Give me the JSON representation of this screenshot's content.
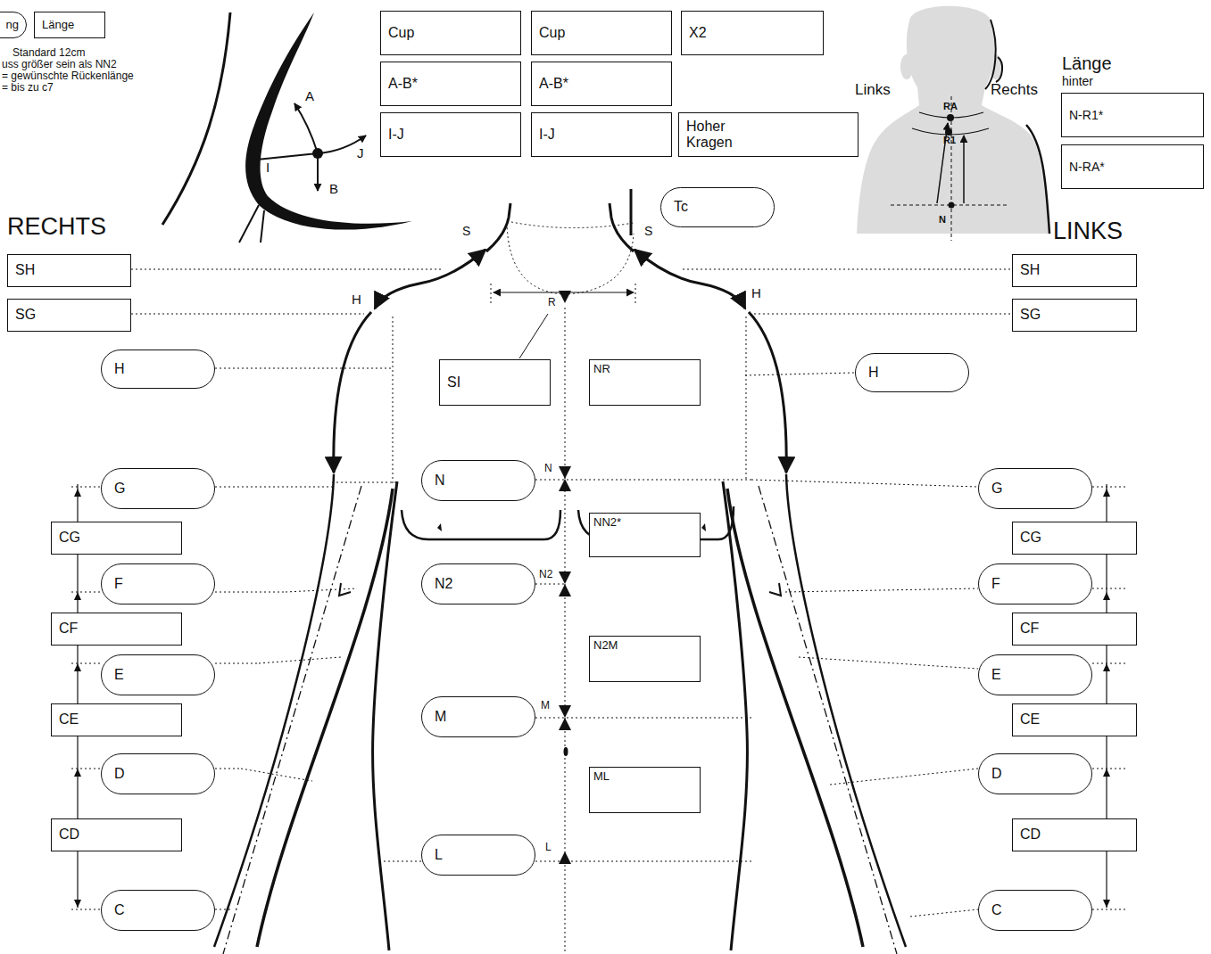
{
  "diagram": {
    "nodes": [
      {
        "text": [
          "ng"
        ]
      },
      {
        "text": [
          "Länge"
        ]
      },
      {
        "text": [
          "Cup"
        ]
      },
      {
        "text": [
          "Cup"
        ]
      },
      {
        "text": [
          "X2"
        ]
      },
      {
        "text": [
          "A-B*"
        ]
      },
      {
        "text": [
          "A-B*"
        ]
      },
      {
        "text": [
          "I-J"
        ]
      },
      {
        "text": [
          "I-J"
        ]
      },
      {
        "text": [
          "Hoher Kragen"
        ]
      },
      {
        "text": [
          "N-R1*"
        ]
      },
      {
        "text": [
          "N-RA*"
        ]
      },
      {
        "text": [
          "Tc"
        ]
      },
      {
        "text": [
          "SH"
        ]
      },
      {
        "text": [
          "SH"
        ]
      },
      {
        "text": [
          "SG"
        ]
      },
      {
        "text": [
          "SG"
        ]
      },
      {
        "text": [
          "H"
        ]
      },
      {
        "text": [
          "SI"
        ]
      },
      {
        "text": [
          "NR"
        ]
      },
      {
        "text": [
          "H"
        ]
      },
      {
        "text": [
          "G"
        ]
      },
      {
        "text": [
          "N"
        ]
      },
      {
        "text": [
          "G"
        ]
      },
      {
        "text": [
          "NN2*"
        ]
      },
      {
        "text": [
          "CG"
        ]
      },
      {
        "text": [
          "CG"
        ]
      },
      {
        "text": [
          "F"
        ]
      },
      {
        "text": [
          "N2"
        ]
      },
      {
        "text": [
          "F"
        ]
      },
      {
        "text": [
          "CF"
        ]
      },
      {
        "text": [
          "CF"
        ]
      },
      {
        "text": [
          "N2M"
        ]
      },
      {
        "text": [
          "E"
        ]
      },
      {
        "text": [
          "E"
        ]
      },
      {
        "text": [
          "M"
        ]
      },
      {
        "text": [
          "CE"
        ]
      },
      {
        "text": [
          "CE"
        ]
      },
      {
        "text": [
          "D"
        ]
      },
      {
        "text": [
          "D"
        ]
      },
      {
        "text": [
          "ML"
        ]
      },
      {
        "text": [
          "CD"
        ]
      },
      {
        "text": [
          "CD"
        ]
      },
      {
        "text": [
          "L"
        ]
      },
      {
        "text": [
          "C"
        ]
      },
      {
        "text": [
          "C"
        ]
      }
    ],
    "labels": [
      "Standard 12cm",
      "uss größer sein als NN2",
      "= gewünschte Rückenlänge",
      "= bis zu c7",
      "A",
      "I",
      "J",
      "B",
      "Links",
      "Rechts",
      "Länge",
      "hinter",
      "RA",
      "R1",
      "N",
      "RECHTS",
      "LINKS",
      "S",
      "S",
      "H",
      "H",
      "R",
      "N",
      "N2",
      "M",
      "L"
    ]
  }
}
